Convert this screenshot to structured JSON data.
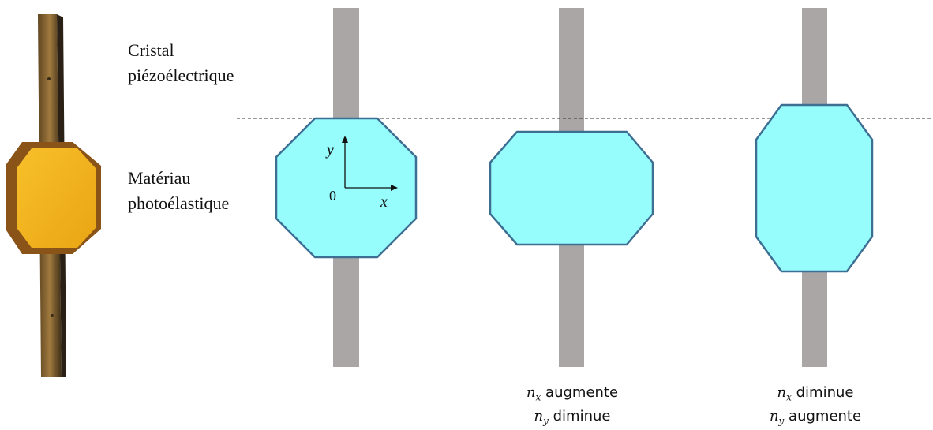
{
  "labels": {
    "cristal_line1": "Cristal",
    "cristal_line2": "piézoélectrique",
    "materiau_line1": "Matériau",
    "materiau_line2": "photoélastique"
  },
  "axes": {
    "y_label": "y",
    "x_label": "x",
    "origin_label": "0"
  },
  "captions": [
    {
      "line1_symbol": "n",
      "line1_sub": "x",
      "line1_text": "augmente",
      "line2_symbol": "n",
      "line2_sub": "y",
      "line2_text": "diminue"
    },
    {
      "line1_symbol": "n",
      "line1_sub": "x",
      "line1_text": "diminue",
      "line2_symbol": "n",
      "line2_sub": "y",
      "line2_text": "augmente"
    }
  ],
  "colors": {
    "rod": "#aaa6a6",
    "crystal_fill": "#96fcfc",
    "crystal_stroke": "#3d6f93",
    "photo_rod": "#7a5a2c",
    "photo_crystal": "#f5b21e",
    "dash_line": "#333333"
  }
}
